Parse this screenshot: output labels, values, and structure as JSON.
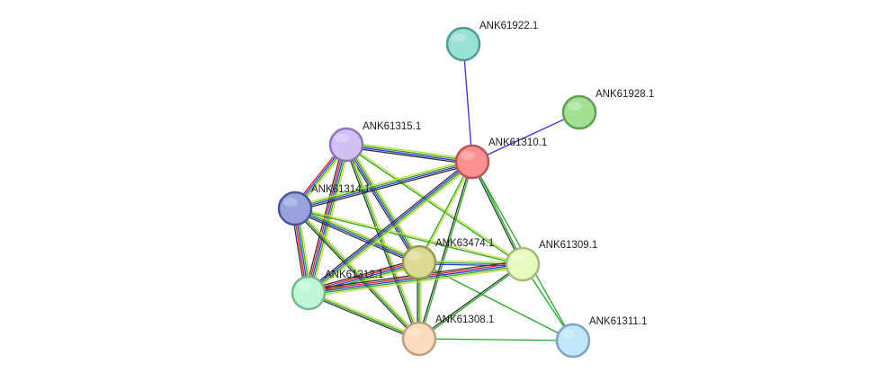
{
  "nodes": [
    {
      "id": "ANK61922.1",
      "fill": "#99e0d6",
      "stroke": "#4f9c90"
    },
    {
      "id": "ANK61928.1",
      "fill": "#a3e093",
      "stroke": "#5fa050"
    },
    {
      "id": "ANK61315.1",
      "fill": "#d2c0f5",
      "stroke": "#8a76b8"
    },
    {
      "id": "ANK61310.1",
      "fill": "#fb9090",
      "stroke": "#b85656"
    },
    {
      "id": "ANK61314.1",
      "fill": "#9aa2de",
      "stroke": "#4b55a0"
    },
    {
      "id": "ANK63474.1",
      "fill": "#dcd992",
      "stroke": "#9a9650"
    },
    {
      "id": "ANK61309.1",
      "fill": "#e6fbbd",
      "stroke": "#a2ba7a"
    },
    {
      "id": "ANK61312.1",
      "fill": "#bff7d6",
      "stroke": "#74b890"
    },
    {
      "id": "ANK61308.1",
      "fill": "#fcdcbc",
      "stroke": "#baa080"
    },
    {
      "id": "ANK61311.1",
      "fill": "#c2e7fb",
      "stroke": "#7aa6c2"
    }
  ],
  "edges": [
    {
      "source": "ANK61922.1",
      "target": "ANK61310.1",
      "colors": [
        "#3030d0"
      ]
    },
    {
      "source": "ANK61928.1",
      "target": "ANK61310.1",
      "colors": [
        "#3030d0"
      ]
    },
    {
      "source": "ANK61315.1",
      "target": "ANK61310.1",
      "colors": [
        "#c8d838",
        "#22a822",
        "#3030d0",
        "#303030"
      ]
    },
    {
      "source": "ANK61315.1",
      "target": "ANK61314.1",
      "colors": [
        "#c8d838",
        "#22a822",
        "#3030d0",
        "#d02020"
      ]
    },
    {
      "source": "ANK61315.1",
      "target": "ANK63474.1",
      "colors": [
        "#c8d838",
        "#22a822",
        "#3030d0",
        "#303030"
      ]
    },
    {
      "source": "ANK61315.1",
      "target": "ANK61309.1",
      "colors": [
        "#c8d838",
        "#22a822"
      ]
    },
    {
      "source": "ANK61315.1",
      "target": "ANK61312.1",
      "colors": [
        "#c8d838",
        "#22a822",
        "#3030d0",
        "#d02020",
        "#303030"
      ]
    },
    {
      "source": "ANK61315.1",
      "target": "ANK61308.1",
      "colors": [
        "#c8d838",
        "#22a822",
        "#303030"
      ]
    },
    {
      "source": "ANK61314.1",
      "target": "ANK61310.1",
      "colors": [
        "#c8d838",
        "#22a822",
        "#3030d0",
        "#303030"
      ]
    },
    {
      "source": "ANK61314.1",
      "target": "ANK63474.1",
      "colors": [
        "#c8d838",
        "#22a822",
        "#3030d0",
        "#303030"
      ]
    },
    {
      "source": "ANK61314.1",
      "target": "ANK61309.1",
      "colors": [
        "#c8d838",
        "#22a822"
      ]
    },
    {
      "source": "ANK61314.1",
      "target": "ANK61312.1",
      "colors": [
        "#c8d838",
        "#22a822",
        "#3030d0",
        "#d02020",
        "#303030"
      ]
    },
    {
      "source": "ANK61314.1",
      "target": "ANK61308.1",
      "colors": [
        "#c8d838",
        "#22a822",
        "#303030"
      ]
    },
    {
      "source": "ANK61310.1",
      "target": "ANK63474.1",
      "colors": [
        "#c8d838",
        "#22a822"
      ]
    },
    {
      "source": "ANK61310.1",
      "target": "ANK61309.1",
      "colors": [
        "#22a822",
        "#303030"
      ]
    },
    {
      "source": "ANK61310.1",
      "target": "ANK61312.1",
      "colors": [
        "#c8d838",
        "#22a822",
        "#3030d0",
        "#303030"
      ]
    },
    {
      "source": "ANK61310.1",
      "target": "ANK61308.1",
      "colors": [
        "#22a822",
        "#303030"
      ]
    },
    {
      "source": "ANK61310.1",
      "target": "ANK61311.1",
      "colors": [
        "#22a822"
      ]
    },
    {
      "source": "ANK63474.1",
      "target": "ANK61309.1",
      "colors": [
        "#c8d838",
        "#22a822",
        "#3030d0"
      ]
    },
    {
      "source": "ANK63474.1",
      "target": "ANK61312.1",
      "colors": [
        "#c8d838",
        "#22a822",
        "#3030d0",
        "#d02020",
        "#303030"
      ]
    },
    {
      "source": "ANK63474.1",
      "target": "ANK61308.1",
      "colors": [
        "#c8d838",
        "#22a822",
        "#303030"
      ]
    },
    {
      "source": "ANK63474.1",
      "target": "ANK61311.1",
      "colors": [
        "#22a822"
      ]
    },
    {
      "source": "ANK61309.1",
      "target": "ANK61312.1",
      "colors": [
        "#c8d838",
        "#22a822",
        "#3030d0",
        "#d02020",
        "#303030"
      ]
    },
    {
      "source": "ANK61309.1",
      "target": "ANK61308.1",
      "colors": [
        "#22a822",
        "#303030"
      ]
    },
    {
      "source": "ANK61309.1",
      "target": "ANK61311.1",
      "colors": [
        "#22a822"
      ]
    },
    {
      "source": "ANK61312.1",
      "target": "ANK61308.1",
      "colors": [
        "#c8d838",
        "#22a822",
        "#303030"
      ]
    },
    {
      "source": "ANK61308.1",
      "target": "ANK61311.1",
      "colors": [
        "#22a822"
      ]
    }
  ]
}
